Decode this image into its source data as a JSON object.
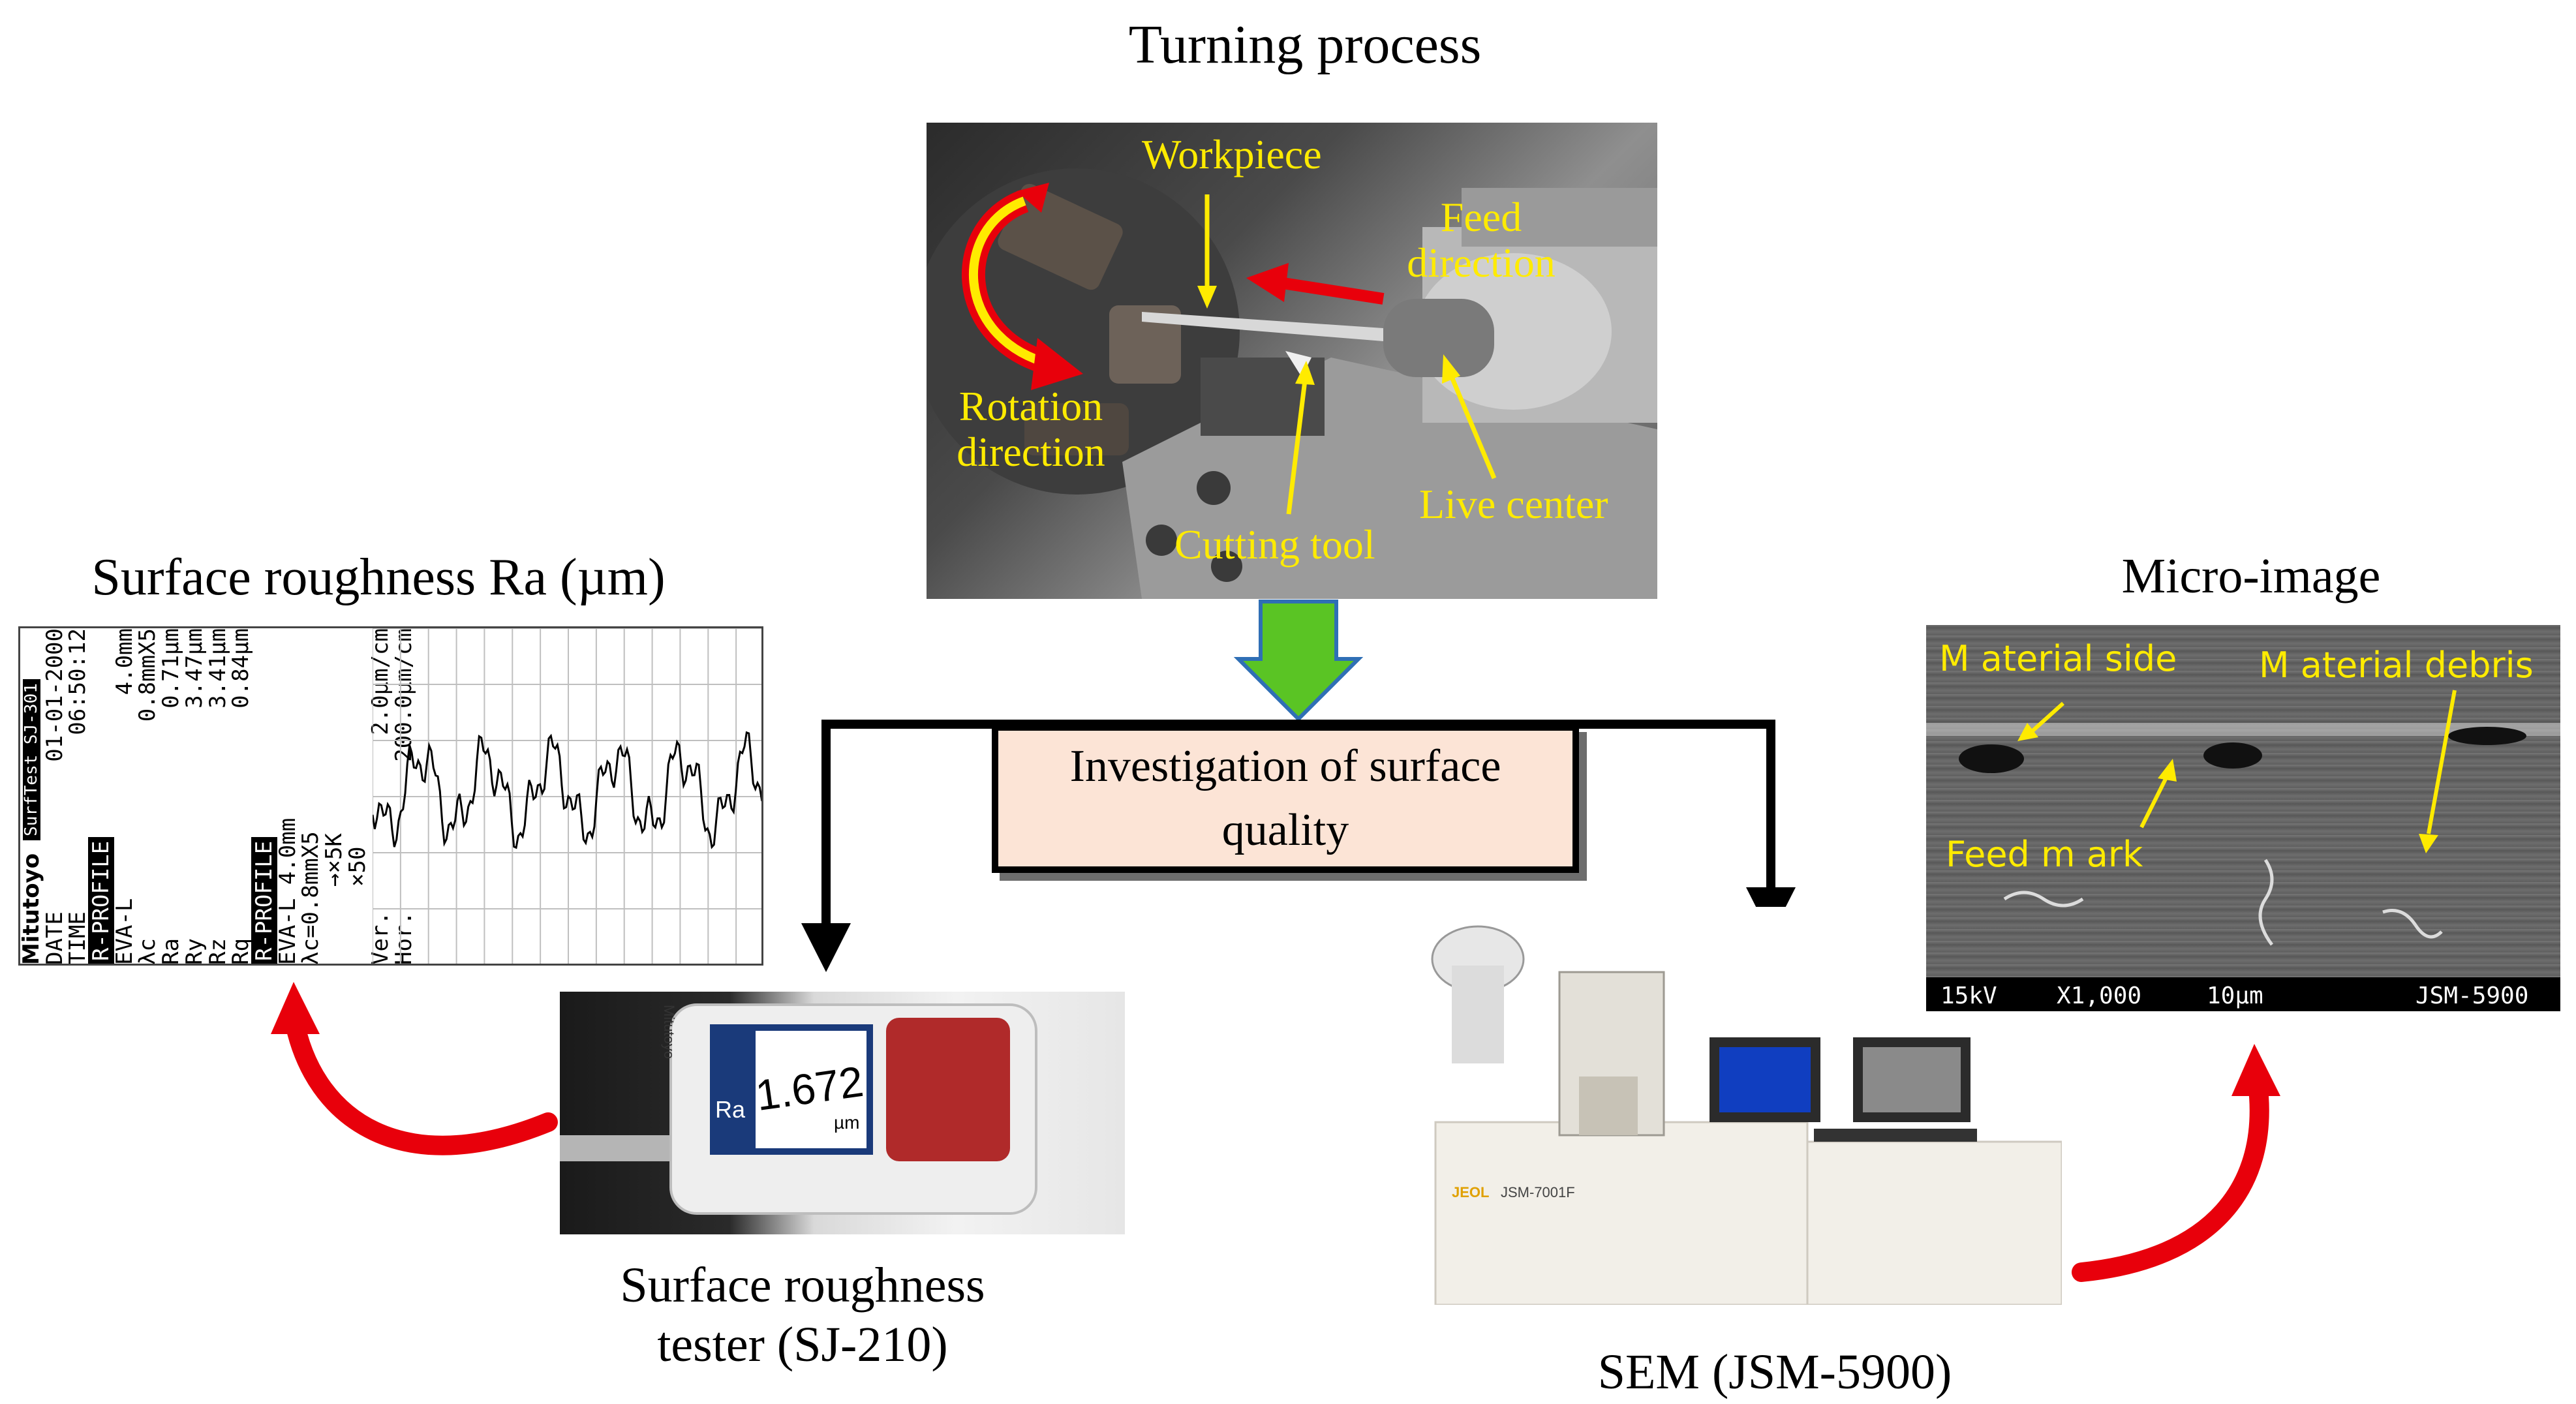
{
  "titles": {
    "turning": "Turning process",
    "roughness_chart": "Surface roughness Ra (µm)",
    "micro_image": "Micro-image",
    "tester": "Surface roughness tester (SJ-210)",
    "sem": "SEM (JSM-5900)"
  },
  "center_box": "Investigation of surface quality",
  "lathe_labels": {
    "workpiece": "Workpiece",
    "feed_direction": "Feed direction",
    "rotation_direction": "Rotation direction",
    "live_center": "Live center",
    "cutting_tool": "Cutting tool"
  },
  "profile_printout": {
    "brand": "Mitutoyo",
    "model": "SurfTest SJ-301",
    "date_label": "DATE",
    "date_value": "01-01-2000",
    "time_label": "TIME",
    "time_value": "06:50:12",
    "section1": "R-PROFILE",
    "eval_label": "EVA-L",
    "eval_value": "4.0mm",
    "lc_label": "λc",
    "lc_value": "0.8mmX5",
    "ra_label": "Ra",
    "ra_value": "0.71µm",
    "ry_label": "Ry",
    "ry_value": "3.47µm",
    "rz_label": "Rz",
    "rz_value": "3.41µm",
    "rq_label": "Rq",
    "rq_value": "0.84µm",
    "section2": "R-PROFILE",
    "eval2": "EVA-L 4.0mm",
    "lc2": "λc=0.8mmX5",
    "mag1": "→×5K",
    "mag2": "×50",
    "ver_label": "Ver.",
    "ver_value": "2.0µm/cm",
    "hor_label": "Hor.",
    "hor_value": "200.0µm/cm"
  },
  "tester_display": {
    "brand": "Mitutoyo",
    "param": "Ra",
    "value": "1.672",
    "unit": "µm"
  },
  "sem_machine": {
    "brand": "JEOL",
    "model": "JSM-7001F"
  },
  "micro_labels": {
    "material_side": "M aterial side",
    "material_debris": "M aterial debris",
    "feed_mark": "Feed m ark"
  },
  "micro_bar": {
    "kv": "15kV",
    "mag": "X1,000",
    "scale": "10µm",
    "model": "JSM-5900"
  },
  "colors": {
    "label_yellow": "#ffeb00",
    "arrow_red": "#e8000b",
    "flow_green": "#5ac424",
    "flow_green_border": "#2f6fb5",
    "box_fill": "#fce4d6"
  }
}
